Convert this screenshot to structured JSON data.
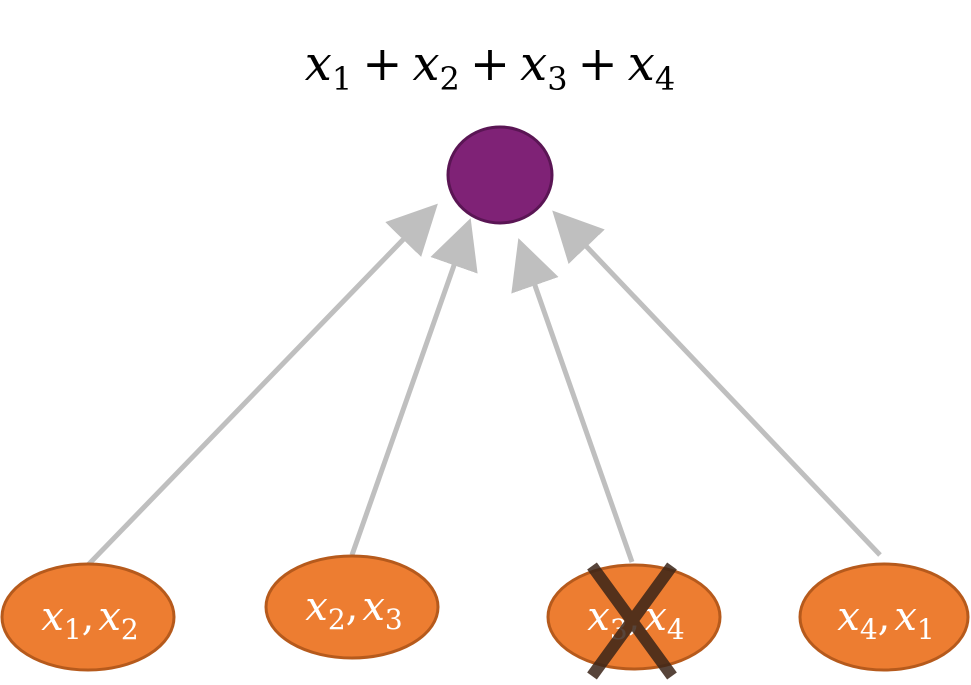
{
  "top_expression": {
    "terms": [
      {
        "var": "x",
        "sub": "1"
      },
      {
        "var": "x",
        "sub": "2"
      },
      {
        "var": "x",
        "sub": "3"
      },
      {
        "var": "x",
        "sub": "4"
      }
    ],
    "operator": "+"
  },
  "aggregate_node": {
    "color": "#7f2276",
    "stroke": "#5a1554"
  },
  "input_nodes": [
    {
      "var_a": "x",
      "sub_a": "1",
      "sep": ",",
      "var_b": "x",
      "sub_b": "2",
      "crossed": false
    },
    {
      "var_a": "x",
      "sub_a": "2",
      "sep": ",",
      "var_b": "x",
      "sub_b": "3",
      "crossed": false
    },
    {
      "var_a": "x",
      "sub_a": "3",
      "sep": ",",
      "var_b": "x",
      "sub_b": "4",
      "crossed": true
    },
    {
      "var_a": "x",
      "sub_a": "4",
      "sep": ",",
      "var_b": "x",
      "sub_b": "1",
      "crossed": false
    }
  ],
  "colors": {
    "input_fill": "#ed7d31",
    "input_stroke": "#b65a1c",
    "arrow": "#bfbfbf",
    "cross": "#3a2418",
    "text_dark": "#000000",
    "text_light": "#ffffff"
  }
}
